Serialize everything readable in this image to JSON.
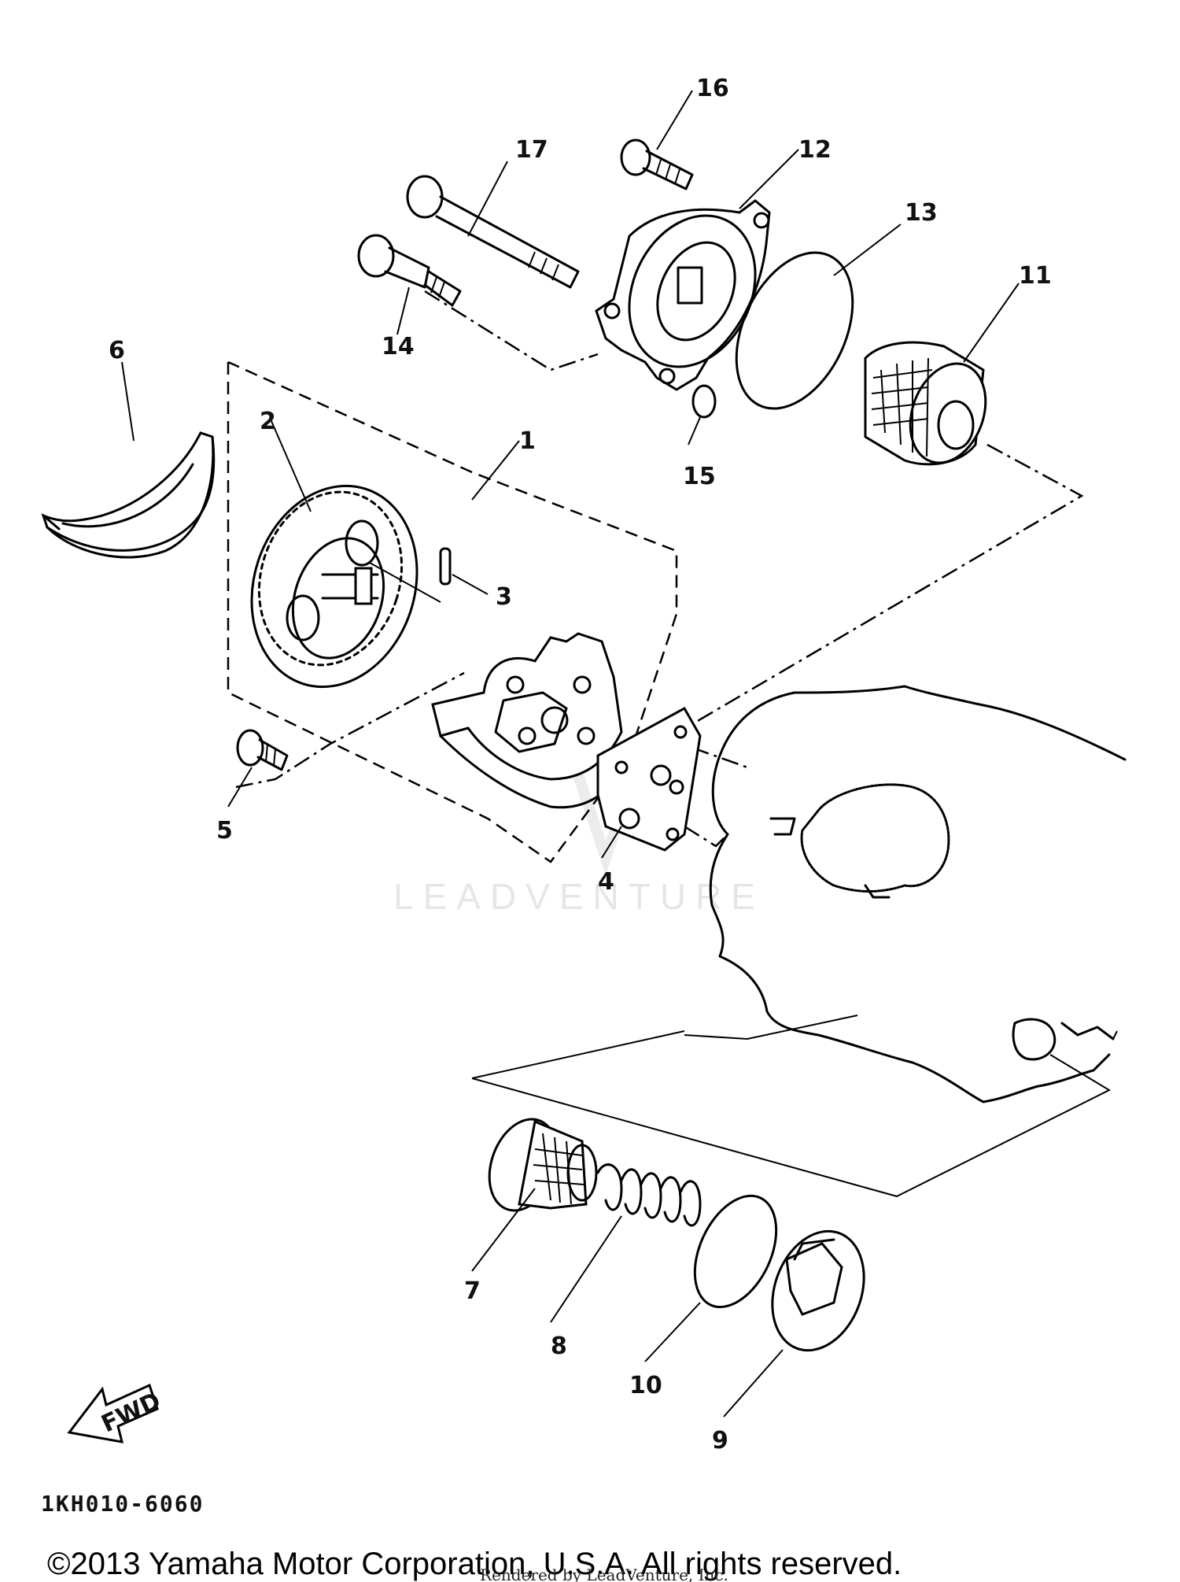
{
  "diagram": {
    "part_labels": {
      "p1": "1",
      "p2": "2",
      "p3": "3",
      "p4": "4",
      "p5": "5",
      "p6": "6",
      "p7": "7",
      "p8": "8",
      "p9": "9",
      "p10": "10",
      "p11": "11",
      "p12": "12",
      "p13": "13",
      "p14": "14",
      "p15": "15",
      "p16": "16",
      "p17": "17"
    },
    "fwd_label": "FWD",
    "drawing_code": "1KH010-6060",
    "watermark": "LEADVENTURE"
  },
  "footer": {
    "copyright": "©2013 Yamaha Motor Corporation, U.S.A. All rights reserved.",
    "rendered_by": "Rendered by LeadVenture, Inc."
  }
}
